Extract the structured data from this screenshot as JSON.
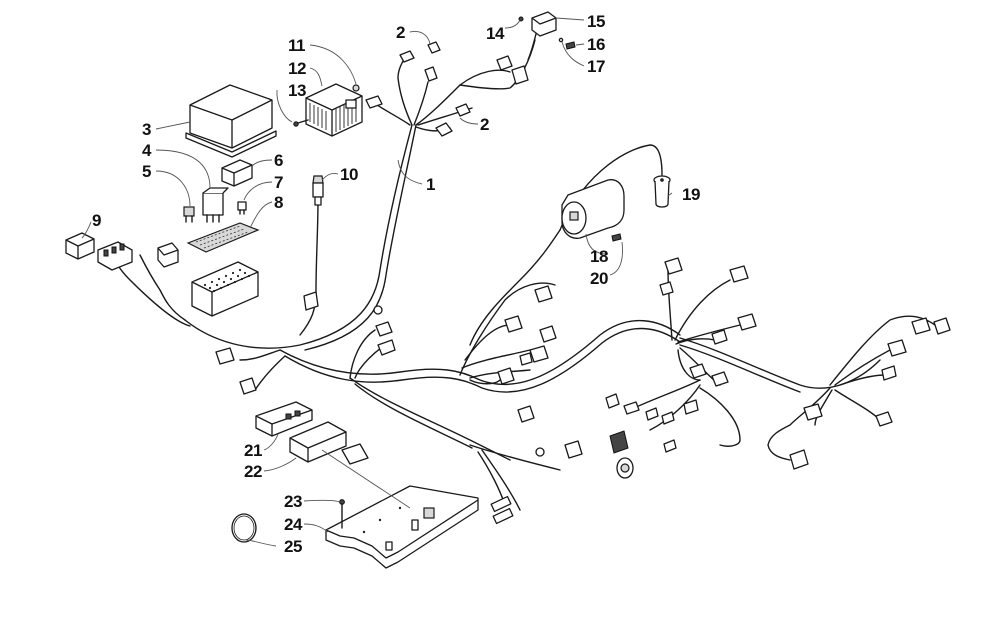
{
  "diagram": {
    "title": "Wiring Harness Assembly — exploded parts diagram",
    "callouts": [
      {
        "id": "1",
        "label": "1"
      },
      {
        "id": "2a",
        "label": "2"
      },
      {
        "id": "2b",
        "label": "2"
      },
      {
        "id": "3",
        "label": "3"
      },
      {
        "id": "4",
        "label": "4"
      },
      {
        "id": "5",
        "label": "5"
      },
      {
        "id": "6",
        "label": "6"
      },
      {
        "id": "7",
        "label": "7"
      },
      {
        "id": "8",
        "label": "8"
      },
      {
        "id": "9",
        "label": "9"
      },
      {
        "id": "10",
        "label": "10"
      },
      {
        "id": "11",
        "label": "11"
      },
      {
        "id": "12",
        "label": "12"
      },
      {
        "id": "13",
        "label": "13"
      },
      {
        "id": "14",
        "label": "14"
      },
      {
        "id": "15",
        "label": "15"
      },
      {
        "id": "16",
        "label": "16"
      },
      {
        "id": "17",
        "label": "17"
      },
      {
        "id": "18",
        "label": "18"
      },
      {
        "id": "19",
        "label": "19"
      },
      {
        "id": "20",
        "label": "20"
      },
      {
        "id": "21",
        "label": "21"
      },
      {
        "id": "22",
        "label": "22"
      },
      {
        "id": "23",
        "label": "23"
      },
      {
        "id": "24",
        "label": "24"
      },
      {
        "id": "25",
        "label": "25"
      }
    ],
    "parts": [
      {
        "ref": "1",
        "name": "wiring-harness"
      },
      {
        "ref": "2",
        "name": "connector"
      },
      {
        "ref": "3",
        "name": "fuse-box-cover"
      },
      {
        "ref": "4",
        "name": "relay"
      },
      {
        "ref": "5",
        "name": "fuse"
      },
      {
        "ref": "6",
        "name": "relay-small"
      },
      {
        "ref": "7",
        "name": "fuse-mini"
      },
      {
        "ref": "8",
        "name": "fuse-label-card"
      },
      {
        "ref": "9",
        "name": "relay-module"
      },
      {
        "ref": "10",
        "name": "sensor"
      },
      {
        "ref": "11",
        "name": "nut"
      },
      {
        "ref": "12",
        "name": "voltage-regulator"
      },
      {
        "ref": "13",
        "name": "screw"
      },
      {
        "ref": "14",
        "name": "nut"
      },
      {
        "ref": "15",
        "name": "switch-module"
      },
      {
        "ref": "16",
        "name": "screw"
      },
      {
        "ref": "17",
        "name": "washer"
      },
      {
        "ref": "18",
        "name": "ignition-coil"
      },
      {
        "ref": "19",
        "name": "power-outlet"
      },
      {
        "ref": "20",
        "name": "screw"
      },
      {
        "ref": "21",
        "name": "ecu-connector"
      },
      {
        "ref": "22",
        "name": "ecu-module"
      },
      {
        "ref": "23",
        "name": "rivet"
      },
      {
        "ref": "24",
        "name": "mounting-plate"
      },
      {
        "ref": "25",
        "name": "cable-ring"
      }
    ]
  }
}
